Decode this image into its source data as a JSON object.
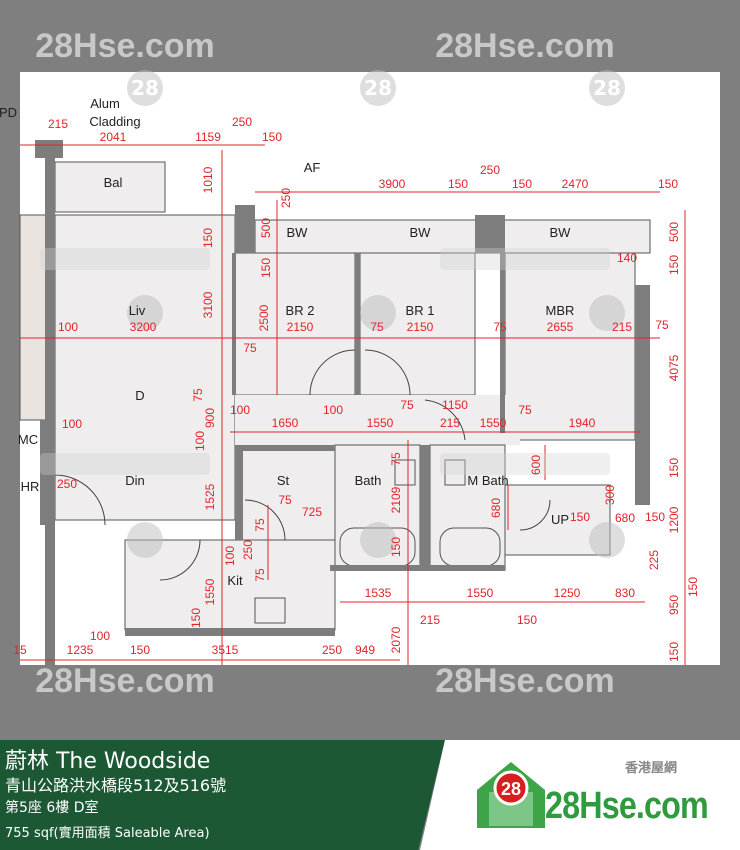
{
  "plan": {
    "unit_letter": "D",
    "rooms": [
      "Bal",
      "Liv",
      "BR 2",
      "BR 1",
      "MBR",
      "BW",
      "BW",
      "BW",
      "Din",
      "St",
      "Kit",
      "Bath",
      "M Bath",
      "UP",
      "MC",
      "HR"
    ],
    "callouts": [
      "PD",
      "Alum",
      "Cladding",
      "AF"
    ],
    "dims": [
      "215",
      "2041",
      "1159",
      "250",
      "150",
      "1010",
      "250",
      "500",
      "150",
      "150",
      "3100",
      "2500",
      "3900",
      "150",
      "250",
      "150",
      "2470",
      "150",
      "500",
      "150",
      "140",
      "3200",
      "2150",
      "2150",
      "2655",
      "100",
      "75",
      "75",
      "75",
      "215",
      "75",
      "4075",
      "75",
      "900",
      "100",
      "1650",
      "100",
      "1550",
      "75",
      "1150",
      "215",
      "1550",
      "75",
      "1940",
      "100",
      "100",
      "250",
      "1525",
      "75",
      "725",
      "75",
      "250",
      "100",
      "75",
      "1550",
      "150",
      "100",
      "15",
      "1235",
      "150",
      "3515",
      "250",
      "949",
      "75",
      "2109",
      "150",
      "600",
      "680",
      "150",
      "680",
      "150",
      "300",
      "150",
      "1200",
      "225",
      "1535",
      "1550",
      "1250",
      "830",
      "215",
      "150",
      "2070",
      "950",
      "150",
      "150"
    ],
    "colors": {
      "dimension": "#e0242b",
      "wall": "#7d7d7d",
      "floor": "#efeded"
    }
  },
  "watermark": {
    "text": "28Hse.com",
    "badge": "28"
  },
  "footer": {
    "title": "蔚林 The Woodside",
    "address": "青山公路洪水橋段512及516號",
    "unit": "第5座 6樓 D室",
    "area": "755 sqf(實用面積 Saleable Area)",
    "brand_tagline": "香港屋網",
    "brand_name": "28Hse.com",
    "brand_badge": "28",
    "colors": {
      "panel": "#1d5835",
      "brand": "#2f9a3e",
      "badge": "#d81e1e"
    }
  }
}
